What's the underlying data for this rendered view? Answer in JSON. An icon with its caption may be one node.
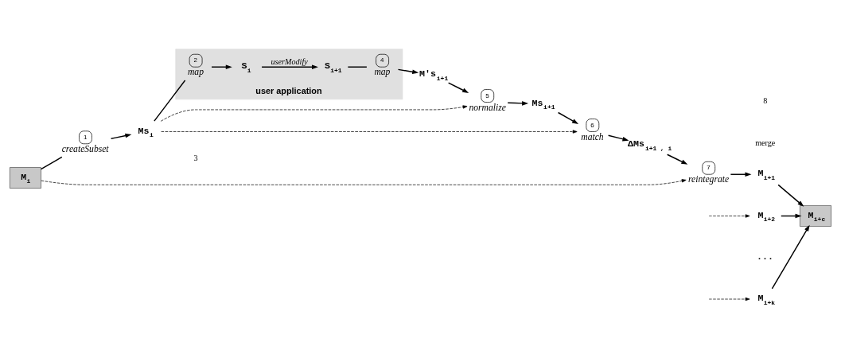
{
  "diagram": {
    "nodes": [
      {
        "text": [
          "M$_{i}$"
        ]
      },
      {
        "text": [
          "1",
          "createSubset"
        ]
      },
      {
        "text": [
          "Ms$_{i}$"
        ]
      },
      {
        "text": [
          "user application"
        ]
      },
      {
        "text": [
          "2",
          "map"
        ],
        "in": 3
      },
      {
        "text": [
          "S$_{i}$"
        ],
        "in": 3
      },
      {
        "text": [
          "S$_{i+1}$"
        ],
        "in": 3
      },
      {
        "text": [
          "4",
          "map"
        ],
        "in": 3
      },
      {
        "text": [
          "M′s$_{i+1}$"
        ]
      },
      {
        "text": [
          "5",
          "normalize"
        ]
      },
      {
        "text": [
          "Ms$_{i+1}$"
        ]
      },
      {
        "text": [
          "6",
          "match"
        ]
      },
      {
        "text": [
          "ΔMs$_{i+1 , i}$"
        ]
      },
      {
        "text": [
          "7",
          "reintegrate"
        ]
      },
      {
        "text": [
          "M$_{i+1}$"
        ]
      },
      {
        "text": [
          "M$_{i+2}$"
        ]
      },
      {
        "text": [
          "..."
        ]
      },
      {
        "text": [
          "M$_{i+k}$"
        ]
      },
      {
        "text": [
          "M$_{i+c}$"
        ]
      }
    ],
    "edges": [
      {
        "from": 0,
        "to": 1,
        "arrow": "none"
      },
      {
        "from": 1,
        "to": 2,
        "arrow": "to"
      },
      {
        "from": 0,
        "to": 13,
        "arrow": "to",
        "style": "dashed"
      },
      {
        "from": 2,
        "to": 4,
        "arrow": "none"
      },
      {
        "from": 4,
        "to": 5,
        "arrow": "to"
      },
      {
        "from": 5,
        "to": 6,
        "arrow": "to",
        "label": "userModify"
      },
      {
        "from": 6,
        "to": 7,
        "arrow": "none"
      },
      {
        "from": 7,
        "to": 8,
        "arrow": "to"
      },
      {
        "from": 8,
        "to": 9,
        "arrow": "to"
      },
      {
        "from": 2,
        "to": 9,
        "arrow": "to",
        "style": "dashed"
      },
      {
        "from": 2,
        "to": 11,
        "arrow": "to",
        "style": "dashed"
      },
      {
        "from": 9,
        "to": 10,
        "arrow": "to"
      },
      {
        "from": 10,
        "to": 11,
        "arrow": "to"
      },
      {
        "from": 11,
        "to": 12,
        "arrow": "to"
      },
      {
        "from": 12,
        "to": 13,
        "arrow": "to"
      },
      {
        "from": 13,
        "to": 14,
        "arrow": "to"
      },
      {
        "from": null,
        "to": 15,
        "arrow": "to",
        "style": "dashed"
      },
      {
        "from": null,
        "to": 17,
        "arrow": "to",
        "style": "dashed"
      },
      {
        "from": 14,
        "to": 18,
        "arrow": "to"
      },
      {
        "from": 15,
        "to": 18,
        "arrow": "to"
      },
      {
        "from": 17,
        "to": 18,
        "arrow": "to"
      }
    ],
    "labels": [
      "3",
      "8",
      "merge"
    ]
  }
}
